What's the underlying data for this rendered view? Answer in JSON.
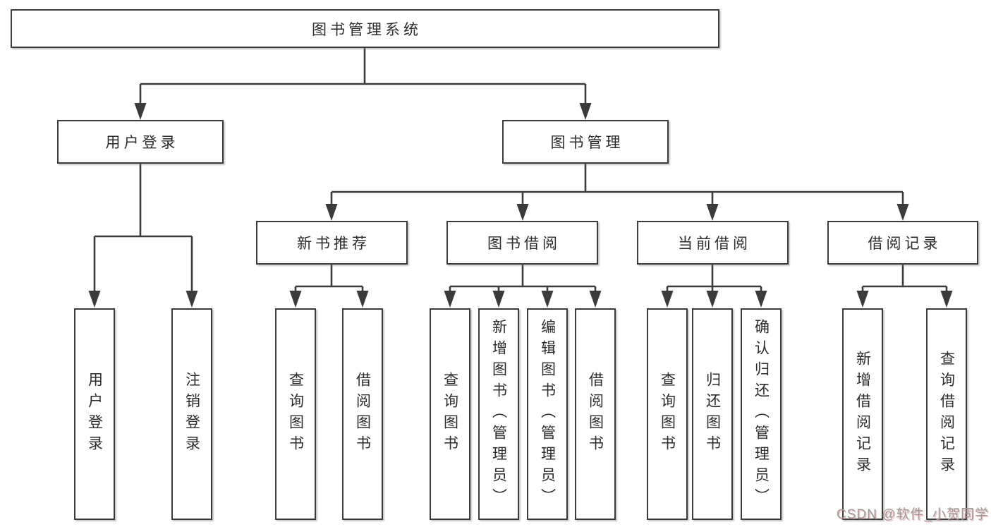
{
  "diagram": {
    "tree": {
      "root": {
        "label": "图书管理系统"
      },
      "branches": [
        {
          "label": "用户登录",
          "leaves": [
            {
              "label": "用户登录"
            },
            {
              "label": "注销登录"
            }
          ]
        },
        {
          "label": "图书管理",
          "groups": [
            {
              "label": "新书推荐",
              "leaves": [
                {
                  "label": "查询图书"
                },
                {
                  "label": "借阅图书"
                }
              ]
            },
            {
              "label": "图书借阅",
              "leaves": [
                {
                  "label": "查询图书"
                },
                {
                  "label": "新增图书（管理员）"
                },
                {
                  "label": "编辑图书（管理员）"
                },
                {
                  "label": "借阅图书"
                }
              ]
            },
            {
              "label": "当前借阅",
              "leaves": [
                {
                  "label": "查询图书"
                },
                {
                  "label": "归还图书"
                },
                {
                  "label": "确认归还（管理员）"
                }
              ]
            },
            {
              "label": "借阅记录",
              "leaves": [
                {
                  "label": "新增借阅记录"
                },
                {
                  "label": "查询借阅记录"
                }
              ]
            }
          ]
        }
      ]
    },
    "colors": {
      "line": "#3b3b3b",
      "box_border": "#3b3b3b",
      "text": "#2b2b2b",
      "background": "#ffffff",
      "watermark_gray": "#9c9c9c",
      "watermark_accent": "#e27070"
    }
  },
  "watermark": {
    "text": "CSDN @软件_小贺同学"
  }
}
